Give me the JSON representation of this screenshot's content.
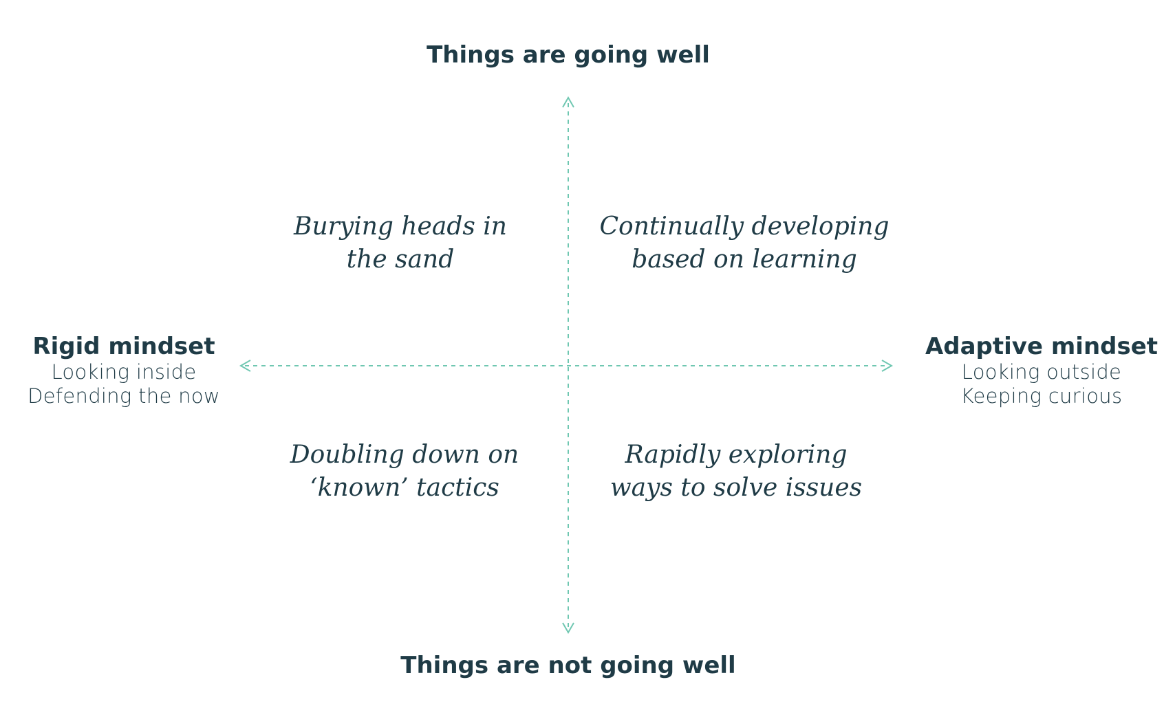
{
  "axes": {
    "top_label": "Things are going well",
    "bottom_label": "Things are not going well",
    "color": "#6fc7b1"
  },
  "left_side": {
    "title": "Rigid mindset",
    "lines": [
      "Looking inside",
      "Defending the now"
    ]
  },
  "right_side": {
    "title": "Adaptive mindset",
    "lines": [
      "Looking outside",
      "Keeping curious"
    ]
  },
  "quadrants": {
    "top_left": [
      "Burying heads in",
      "the sand"
    ],
    "top_right": [
      "Continually developing",
      "based on learning"
    ],
    "bottom_left": [
      "Doubling down on",
      "‘known’ tactics"
    ],
    "bottom_right": [
      "Rapidly exploring",
      "ways to solve issues"
    ]
  },
  "text_color": "#1f3b46"
}
